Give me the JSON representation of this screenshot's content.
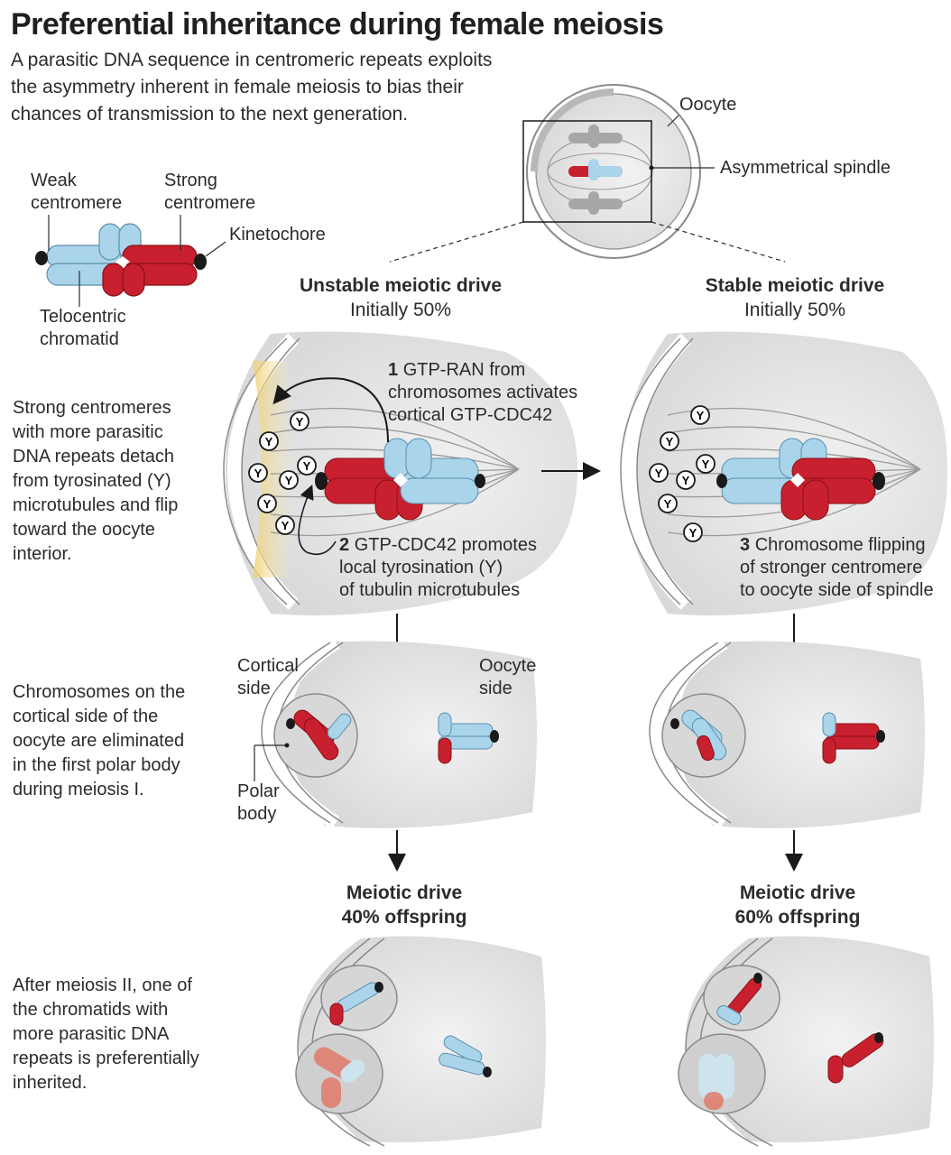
{
  "title": "Preferential inheritance during female meiosis",
  "subtitle": "A parasitic DNA sequence in centromeric repeats exploits the asymmetry inherent in female meiosis to bias their chances of transmission to the next generation.",
  "legend": {
    "weak_line1": "Weak",
    "weak_line2": "centromere",
    "strong_line1": "Strong",
    "strong_line2": "centromere",
    "kinetochore": "Kinetochore",
    "telocentric_line1": "Telocentric",
    "telocentric_line2": "chromatid"
  },
  "oocyte": {
    "label": "Oocyte",
    "spindle_label": "Asymmetrical spindle"
  },
  "columns": {
    "left": {
      "title": "Unstable meiotic drive",
      "subtitle": "Initially 50%"
    },
    "right": {
      "title": "Stable meiotic drive",
      "subtitle": "Initially 50%"
    }
  },
  "steps": {
    "s1_num": "1",
    "s1_line1": "GTP-RAN from",
    "s1_line2": "chromosomes activates",
    "s1_line3": "cortical GTP-CDC42",
    "s2_num": "2",
    "s2_line1": "GTP-CDC42 promotes",
    "s2_line2": "local tyrosination (Y)",
    "s2_line3": "of tubulin microtubules",
    "s3_num": "3",
    "s3_line1": "Chromosome flipping",
    "s3_line2": "of stronger centromere",
    "s3_line3": "to oocyte side of spindle"
  },
  "tyrosine_mark": "Y",
  "row2_labels": {
    "cortical_line1": "Cortical",
    "cortical_line2": "side",
    "oocyte_line1": "Oocyte",
    "oocyte_line2": "side",
    "polar_line1": "Polar",
    "polar_line2": "body"
  },
  "outcomes": {
    "left_title": "Meiotic drive",
    "left_value": "40% offspring",
    "right_title": "Meiotic drive",
    "right_value": "60% offspring"
  },
  "side_text": {
    "strong": "Strong centromeres with more parasitic DNA repeats detach from tyrosinated (Y) microtubules and flip toward the oocyte interior.",
    "eliminated": "Chromosomes on the cortical side of the oocyte are eliminated in the first polar body during meiosis I.",
    "after": "After meiosis II, one of the chromatids with more parasitic DNA repeats is preferentially inherited."
  },
  "colors": {
    "red": "#c8202e",
    "blue": "#a9d4ea",
    "kinetochore": "#1a1a1a",
    "cytoplasm": "#e4e4e4",
    "cortex_glow": "#f3dc8a"
  }
}
